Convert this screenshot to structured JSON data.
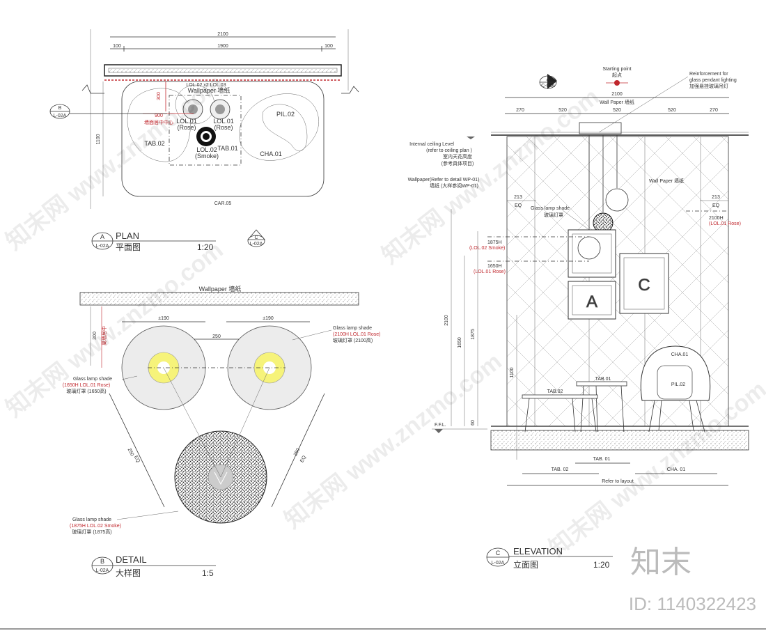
{
  "plan": {
    "overall_dim": "2100",
    "dim_left": "100",
    "dim_mid": "1900",
    "dim_right": "100",
    "wallpaper": "Wallpaper 墙纸",
    "lol_top": "LOL.02 x2  LOL.03",
    "lol01_left": "LOL.01",
    "rose_left": "(Rose)",
    "lol01_right": "LOL.01",
    "rose_right": "(Rose)",
    "lol02": "LOL.02",
    "smoke": "(Smoke)",
    "tab02": "TAB.02",
    "tab01": "TAB.01",
    "cha01": "CHA.01",
    "pil02": "PIL.02",
    "car05": "CAR.05",
    "height_dim": "1100",
    "dim_300": "300",
    "dim_900": "900",
    "red_note": "墙面居中中心",
    "marker_b": "B",
    "marker_b_ref": "L-02A",
    "marker_c": "C",
    "marker_c_ref": "L-02A"
  },
  "title_a": {
    "letter": "A",
    "ref": "L-02A",
    "en": "PLAN",
    "cn": "平面图",
    "scale": "1:20"
  },
  "detail": {
    "wallpaper": "Wallpaper 墙纸",
    "dim_190_left": "±190",
    "dim_190_right": "±190",
    "dim_250": "250",
    "dim_300": "300",
    "red_vertical": "离墙居中",
    "shade_right_1": "Glass lamp shade",
    "shade_right_2": "(2100H LOL.01 Rose)",
    "shade_right_3": "玻璃灯罩 (2100高)",
    "shade_left_1": "Glass lamp shade",
    "shade_left_2": "(1650H LOL.01 Rose)",
    "shade_left_3": "玻璃灯罩 (1650高)",
    "shade_bottom_1": "Glass lamp shade",
    "shade_bottom_2": "(1875H LOL.02 Smoke)",
    "shade_bottom_3": "玻璃灯罩 (1875高)",
    "dim_250_left": "250",
    "eq_left": "EQ",
    "dim_250_right": "250",
    "eq_right": "EQ"
  },
  "title_b": {
    "letter": "B",
    "ref": "L-02A",
    "en": "DETAIL",
    "cn": "大样图",
    "scale": "1:5"
  },
  "elevation": {
    "marker_a": "A",
    "marker_a_ref": "C-03A",
    "start_en": "Starting point",
    "start_cn": "起点",
    "reinf_1": "Reinforcement for",
    "reinf_2": "glass pendant lighting",
    "reinf_3": "加强悬挂玻璃吊灯",
    "top_dim": "2100",
    "wallpaper_top": "Wall Paper 墙纸",
    "dim_270_l": "270",
    "dim_520_1": "520",
    "dim_520_2": "520",
    "dim_520_3": "520",
    "dim_270_r": "270",
    "ceiling_1": "Internal ceiling Level",
    "ceiling_2": "(refer to ceiling plan )",
    "ceiling_3": "室内天花高度",
    "ceiling_4": "(参考具体项目)",
    "wp_1": "Wallpaper(Refer to detail WP-01)",
    "wp_2": "墙纸 (大样参阅WP-01)",
    "wp_inner": "Wall Paper 墙纸",
    "dim_213_l": "213",
    "eq_l": "EQ",
    "dim_213_r": "213",
    "eq_r": "EQ",
    "shade_1": "Glass lamp shade",
    "shade_2": "玻璃灯罩",
    "h1875": "1875H",
    "h1875_note": "(LOL.02 Smoke)",
    "h1650": "1650H",
    "h1650_note": "(LOL.01 Rose)",
    "h2100": "2100H",
    "h2100_note": "(LOL.01 Rose)",
    "frame_a": "A",
    "frame_c": "C",
    "v_2100": "2100",
    "v_1875": "1875",
    "v_1650": "1650",
    "v_1100": "1100",
    "v_60": "60",
    "ffl": "F.F.L.",
    "cha01": "CHA.01",
    "pil02": "PIL.02",
    "tab01": "TAB.01",
    "tab02": "TAB.02",
    "b_tab01": "TAB. 01",
    "b_tab02": "TAB. 02",
    "b_cha01": "CHA. 01",
    "refer": "Refer to layout"
  },
  "title_c": {
    "letter": "C",
    "ref": "L-02A",
    "en": "ELEVATION",
    "cn": "立面图",
    "scale": "1:20"
  },
  "watermark": {
    "text": "知末网 www.znzmo.com",
    "brand": "知末",
    "id": "ID: 1140322423"
  }
}
